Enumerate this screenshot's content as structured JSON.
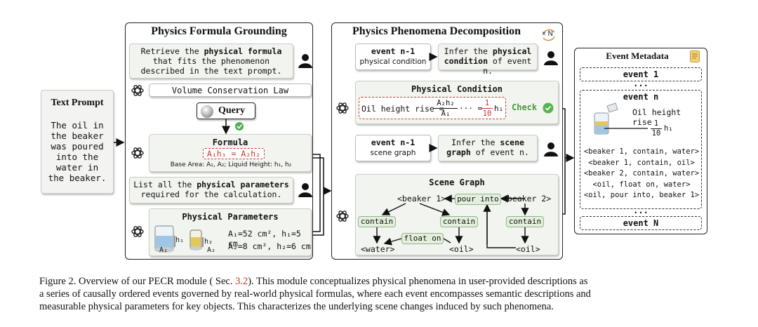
{
  "text_prompt": {
    "title": "Text Prompt",
    "body": "The oil in the beaker was poured into the water in the beaker."
  },
  "grounding": {
    "title": "Physics Formula Grounding",
    "instr1_a": "Retrieve the ",
    "instr1_b": "physical formula",
    "instr1_c": " that fits the phenomenon described in the text prompt.",
    "law": "Volume Conservation Law",
    "query": "Query",
    "formula_title": "Formula",
    "formula": "A₁h₁ = A₂h₂",
    "formula_desc": "Base Area: A₁, A₂; Liquid Height: h₁, h₂",
    "instr2_a": "List all the ",
    "instr2_b": "physical parameters",
    "instr2_c": " required for the calculation.",
    "params_title": "Physical Parameters",
    "param_line1": "A₁=52 cm², h₁=5 cm",
    "param_line2": "A₂=8 cm², h₂=6 cm",
    "h1": "h₁",
    "a1": "A₁",
    "h2": "h₂",
    "a2": "A₂"
  },
  "decomposition": {
    "title": "Physics Phenomena Decomposition",
    "loop_label": "× N",
    "ev_a_title": "event n-1",
    "ev_a_sub": "physical condition",
    "infer_a_1": "Infer the ",
    "infer_a_2": "physical",
    "infer_a_3": "condition",
    "infer_a_4": " of event n.",
    "cond_title": "Physical Condition",
    "cond_label": "Oil height rise =",
    "cond_num": "A₂h₂",
    "cond_den": "A₁",
    "cond_dots": "··· =",
    "cond_frac_num": "1",
    "cond_frac_den": "10",
    "cond_h": "h₁",
    "check": "Check",
    "ev_b_title": "event n-1",
    "ev_b_sub": "scene graph",
    "infer_b_1": "Infer the ",
    "infer_b_2": "scene",
    "infer_b_3": "graph",
    "infer_b_4": " of event n.",
    "sg_title": "Scene Graph",
    "beaker1": "<beaker 1>",
    "pour_into": "pour into",
    "beaker2": "<beaker 2>",
    "contain": "contain",
    "float_on": "float on",
    "water": "<water>",
    "oil": "<oil>"
  },
  "metadata": {
    "title": "Event Metadata",
    "event1": "event 1",
    "dots": "...",
    "eventn": "event n",
    "oil_rise": "Oil height rise",
    "frac_num": "1",
    "frac_den": "10",
    "frac_h": "h₁",
    "triples": [
      "<beaker 1, contain, water>",
      "<beaker 1, contain, oil>",
      "<beaker 2, contain, water>",
      "<oil, float on, water>",
      "<oil, pour into, beaker 1>"
    ],
    "eventN": "event N"
  },
  "caption": {
    "lead": "Figure 2.  Overview of our PECR module ( Sec. ",
    "ref": "3.2",
    "rest": ").  This module conceptualizes physical phenomena in user-provided descriptions as",
    "line2": "a series of causally ordered events governed by real-world physical formulas, where each event encompasses semantic descriptions and",
    "line3": "measurable physical parameters for key objects. This characterizes the underlying scene changes induced by such phenomena."
  }
}
